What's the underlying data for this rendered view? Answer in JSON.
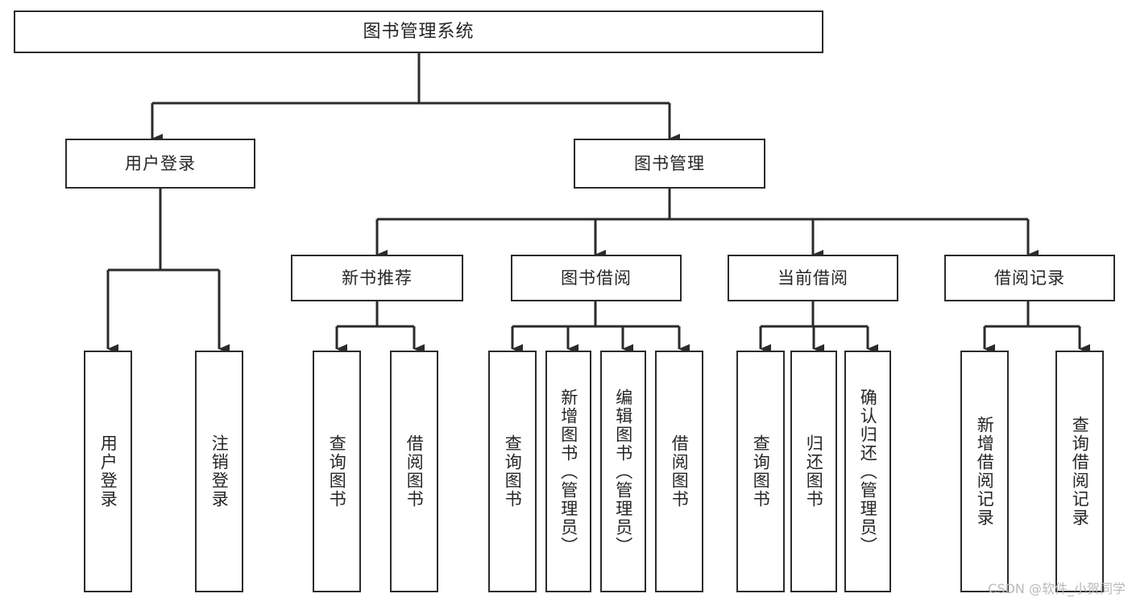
{
  "diagram": {
    "title": "图书管理系统",
    "type": "tree",
    "background_color": "#ffffff",
    "line_color": "#2b2b2b",
    "text_color": "#262626",
    "levels": {
      "root": {
        "label": "图书管理系统"
      },
      "level2": [
        {
          "id": "user-login",
          "label": "用户登录"
        },
        {
          "id": "book-manage",
          "label": "图书管理"
        }
      ],
      "level3": [
        {
          "id": "new-book-rec",
          "label": "新书推荐",
          "parent": "book-manage"
        },
        {
          "id": "book-borrow",
          "label": "图书借阅",
          "parent": "book-manage"
        },
        {
          "id": "current-borrow",
          "label": "当前借阅",
          "parent": "book-manage"
        },
        {
          "id": "borrow-record",
          "label": "借阅记录",
          "parent": "book-manage"
        }
      ],
      "leaves": [
        {
          "id": "leaf-user-login",
          "label": "用户登录",
          "parent": "user-login"
        },
        {
          "id": "leaf-logout",
          "label": "注销登录",
          "parent": "user-login"
        },
        {
          "id": "leaf-query-book-1",
          "label": "查询图书",
          "parent": "new-book-rec"
        },
        {
          "id": "leaf-borrow-book-1",
          "label": "借阅图书",
          "parent": "new-book-rec"
        },
        {
          "id": "leaf-query-book-2",
          "label": "查询图书",
          "parent": "book-borrow"
        },
        {
          "id": "leaf-add-book",
          "label": "新增图书（管理员）",
          "parent": "book-borrow"
        },
        {
          "id": "leaf-edit-book",
          "label": "编辑图书（管理员）",
          "parent": "book-borrow"
        },
        {
          "id": "leaf-borrow-book-2",
          "label": "借阅图书",
          "parent": "book-borrow"
        },
        {
          "id": "leaf-query-book-3",
          "label": "查询图书",
          "parent": "current-borrow"
        },
        {
          "id": "leaf-return-book",
          "label": "归还图书",
          "parent": "current-borrow"
        },
        {
          "id": "leaf-confirm-return",
          "label": "确认归还（管理员）",
          "parent": "current-borrow"
        },
        {
          "id": "leaf-add-record",
          "label": "新增借阅记录",
          "parent": "borrow-record"
        },
        {
          "id": "leaf-query-record",
          "label": "查询借阅记录",
          "parent": "borrow-record"
        }
      ]
    }
  },
  "watermark": {
    "text": "CSDN @软件_小贺同学"
  }
}
